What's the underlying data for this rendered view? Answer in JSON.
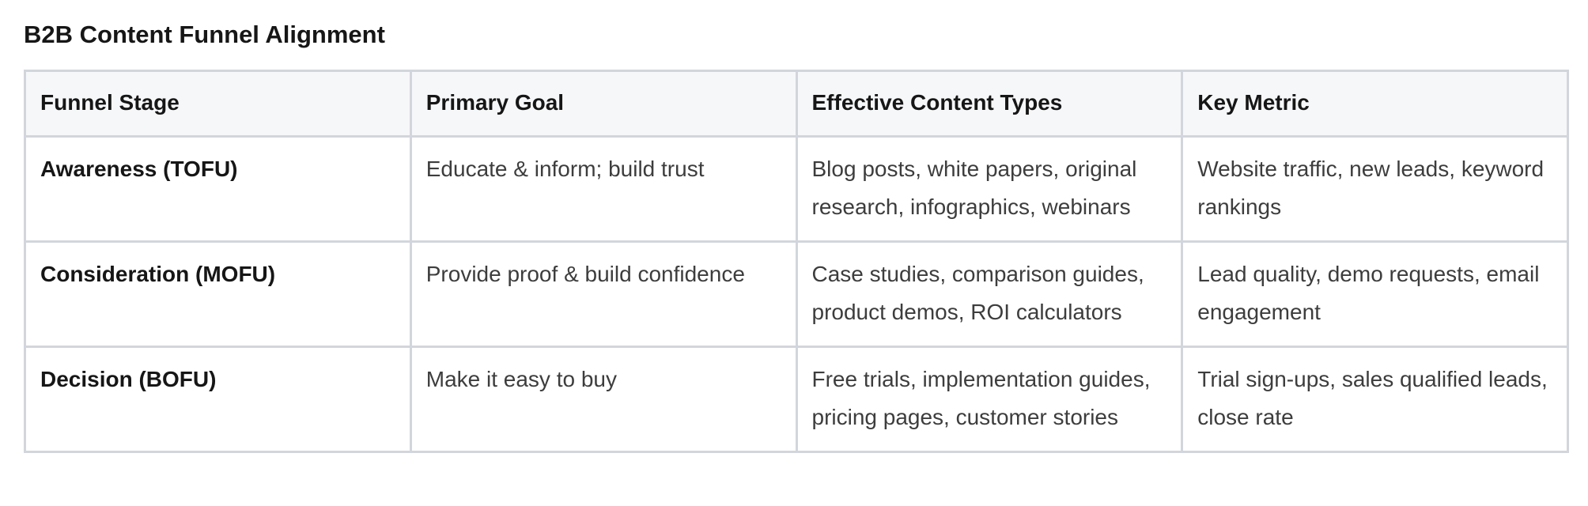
{
  "title": "B2B Content Funnel Alignment",
  "table": {
    "headers": [
      "Funnel Stage",
      "Primary Goal",
      "Effective Content Types",
      "Key Metric"
    ],
    "rows": [
      {
        "stage": "Awareness (TOFU)",
        "goal": "Educate & inform; build trust",
        "content": "Blog posts, white papers, original research, infographics, webinars",
        "metric": "Website traffic, new leads, keyword rankings"
      },
      {
        "stage": "Consideration (MOFU)",
        "goal": "Provide proof & build confidence",
        "content": "Case studies, comparison guides, product demos, ROI calculators",
        "metric": "Lead quality, demo requests, email engagement"
      },
      {
        "stage": "Decision (BOFU)",
        "goal": "Make it easy to buy",
        "content": "Free trials, implementation guides, pricing pages, customer stories",
        "metric": "Trial sign-ups, sales qualified leads, close rate"
      }
    ]
  }
}
